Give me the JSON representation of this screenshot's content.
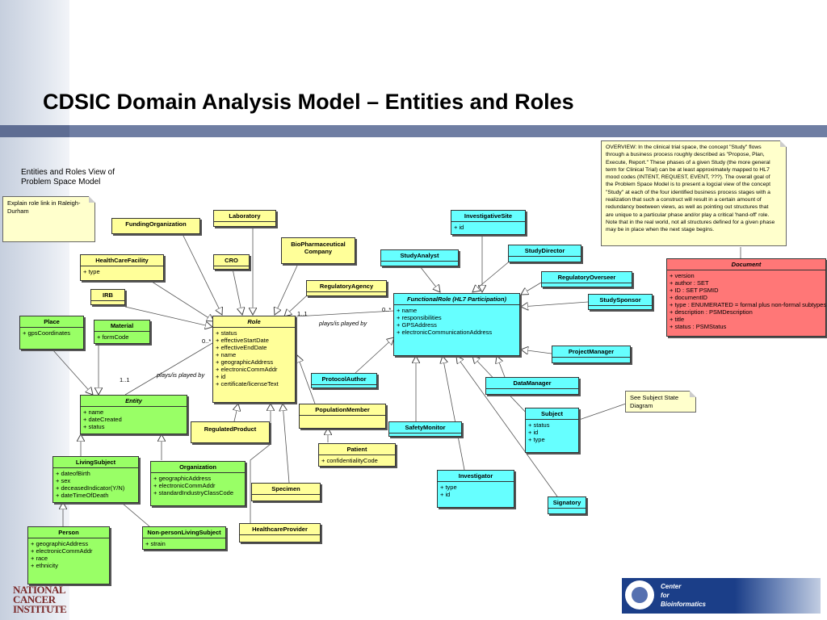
{
  "slide": {
    "title": "CDSIC Domain Analysis Model – Entities and Roles",
    "subtitle": "Entities and Roles View of\nProblem Space Model"
  },
  "notes": {
    "explain": "Explain role link in Raleigh-Durham",
    "overview": "OVERVIEW:  In the clinical trial space, the concept \"Study\" flows through a business process roughly described as \"Propose, Plan, Execute, Report.\"  These phases of a given Study (the more general term for Clinical Trial) can be at least approximately mapped to HL7 mood codes (INTENT, REQUEST, EVENT, ???).  The overall goal of the Problem Space Model is to present a logcial view of the concept \"Study\" at each of the four identified business process stages with a realization that such a construct will result in a certain amount of redundancy beetween views, as well as pointing out structures that are unique to a particular phase and/or play a critical 'hand-off' role.  Note that in the real world, not all structures defined for a given phase may be in place when the next stage begins.",
    "subject_state": "See Subject State Diagram"
  },
  "classes": {
    "funding_organization": {
      "name": "FundingOrganization",
      "attrs": []
    },
    "laboratory": {
      "name": "Laboratory",
      "attrs": []
    },
    "investigative_site": {
      "name": "InvestigativeSite",
      "attrs": [
        "+ id"
      ]
    },
    "biopharmaceutical_company": {
      "name": "BioPharmaceutical Company",
      "attrs": []
    },
    "study_analyst": {
      "name": "StudyAnalyst",
      "attrs": []
    },
    "study_director": {
      "name": "StudyDirector",
      "attrs": []
    },
    "health_care_facility": {
      "name": "HealthCareFacility",
      "attrs": [
        "+ type"
      ]
    },
    "cro": {
      "name": "CRO",
      "attrs": []
    },
    "regulatory_agency": {
      "name": "RegulatoryAgency",
      "attrs": []
    },
    "regulatory_overseer": {
      "name": "RegulatoryOverseer",
      "attrs": []
    },
    "irb": {
      "name": "IRB",
      "attrs": []
    },
    "study_sponsor": {
      "name": "StudySponsor",
      "attrs": []
    },
    "document": {
      "name": "Document",
      "attrs": [
        "+ version",
        "+ author : SET",
        "+ ID : SET PSMID",
        "+ documentID",
        "+ type : ENUMERATED = formal plus non-formal subtypes",
        "+ description : PSMDescription",
        "+ title",
        "+ status : PSMStatus"
      ]
    },
    "place": {
      "name": "Place",
      "attrs": [
        "+ gpsCoordinates"
      ]
    },
    "material": {
      "name": "Material",
      "attrs": [
        "+ formCode"
      ]
    },
    "role": {
      "name": "Role",
      "attrs": [
        "+ status",
        "+ effectiveStartDate",
        "+ effectiveEndDate",
        "+ name",
        "+ geographicAddress",
        "+ electronicCommAddr",
        "+ id",
        "+ certificate/licenseText"
      ]
    },
    "functional_role": {
      "name": "FunctionalRole (HL7 Participation)",
      "attrs": [
        "+ name",
        "+ responsibilities",
        "+ GPSAddress",
        "+ electronicCommunicationAddress"
      ]
    },
    "project_manager": {
      "name": "ProjectManager",
      "attrs": []
    },
    "protocol_author": {
      "name": "ProtocolAuthor",
      "attrs": []
    },
    "data_manager": {
      "name": "DataManager",
      "attrs": []
    },
    "entity": {
      "name": "Entity",
      "attrs": [
        "+ name",
        "+ dateCreated",
        "+ status"
      ]
    },
    "population_member": {
      "name": "PopulationMember",
      "attrs": []
    },
    "regulated_product": {
      "name": "RegulatedProduct",
      "attrs": []
    },
    "safety_monitor": {
      "name": "SafetyMonitor",
      "attrs": []
    },
    "subject": {
      "name": "Subject",
      "attrs": [
        "+ status",
        "+ id",
        "+ type"
      ]
    },
    "patient": {
      "name": "Patient",
      "attrs": [
        "+ confidentialityCode"
      ]
    },
    "living_subject": {
      "name": "LivingSubject",
      "attrs": [
        "+ dateofBirth",
        "+ sex",
        "+ deceasedIndicator(Y/N)",
        "+ dateTimeOfDeath"
      ]
    },
    "organization": {
      "name": "Organization",
      "attrs": [
        "+ geographicAddress",
        "+ electronicCommAddr",
        "+ standardIndustryClassCode"
      ]
    },
    "specimen": {
      "name": "Specimen",
      "attrs": []
    },
    "investigator": {
      "name": "Investigator",
      "attrs": [
        "+ type",
        "+ id"
      ]
    },
    "signatory": {
      "name": "Signatory",
      "attrs": []
    },
    "healthcare_provider": {
      "name": "HealthcareProvider",
      "attrs": []
    },
    "person": {
      "name": "Person",
      "attrs": [
        "+ geographicAddress",
        "+ electronicCommAddr",
        "+ race",
        "+ ethnicity"
      ]
    },
    "non_person_living_subject": {
      "name": "Non-personLivingSubject",
      "attrs": [
        "+ strain"
      ]
    }
  },
  "labels": {
    "mult_role_top": "1..1",
    "mult_func": "0..*",
    "plays1": "plays/is played by",
    "mult_role_left": "0..*",
    "mult_entity": "1..1",
    "plays2": "plays/is played by"
  },
  "logos": {
    "nci_line1": "NATIONAL",
    "nci_line2": "CANCER",
    "nci_line3": "INSTITUTE",
    "cbb_line1": "Center",
    "cbb_line2": "for",
    "cbb_line3": "Bioinformatics"
  },
  "colors": {
    "entity_class": "#99ff66",
    "role_class": "#ffff99",
    "functional_role_class": "#66ffff",
    "document_class": "#ff7777",
    "note": "#ffffcc",
    "title_band": "#6f7ea3"
  }
}
